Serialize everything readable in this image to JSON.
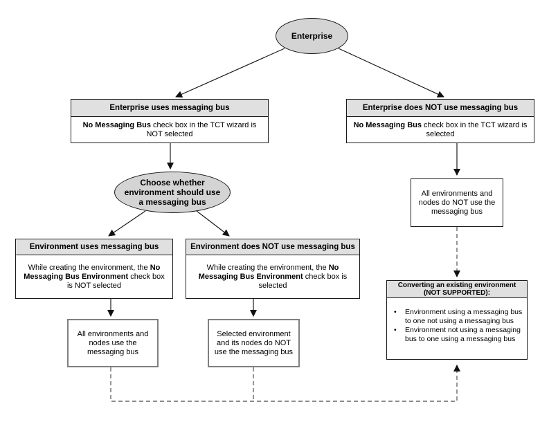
{
  "nodes": {
    "enterprise": {
      "label": "Enterprise"
    },
    "enterprise_uses_bus": {
      "title": "Enterprise uses messaging bus",
      "body_bold": "No Messaging Bus",
      "body_rest": " check box in the TCT wizard is NOT selected"
    },
    "enterprise_no_bus": {
      "title": "Enterprise does NOT use messaging bus",
      "body_bold": "No Messaging Bus",
      "body_rest": " check box in the TCT wizard is selected"
    },
    "choose": {
      "label": "Choose whether environment should use a messaging bus"
    },
    "env_uses_bus": {
      "title": "Environment uses messaging bus",
      "body_pre": "While creating the environment, the ",
      "body_bold": "No Messaging Bus Environment",
      "body_post": " check box is NOT selected"
    },
    "env_no_bus": {
      "title": "Environment does NOT use messaging bus",
      "body_pre": "While creating the environment, the ",
      "body_bold": "No Messaging Bus Environment",
      "body_post": " check box is selected"
    },
    "all_use_bus": {
      "label": "All environments and nodes use the messaging bus"
    },
    "selected_no_bus": {
      "label": "Selected environment and its nodes do NOT use the messaging bus"
    },
    "all_no_bus": {
      "label": "All environments and nodes do NOT use the messaging bus"
    },
    "converting": {
      "title_line1": "Converting an existing environment",
      "title_line2": "(NOT SUPPORTED):",
      "bullet_char": "•",
      "bullets": [
        "Environment using a messaging bus to one not using a messaging bus",
        "Environment not using a messaging bus to one using a messaging bus"
      ]
    }
  },
  "colors": {
    "ellipse_fill": "#d4d4d4",
    "header_fill": "#e0e0e0",
    "border": "#1a1a1a",
    "dashed_line": "#696969",
    "background": "#ffffff"
  }
}
